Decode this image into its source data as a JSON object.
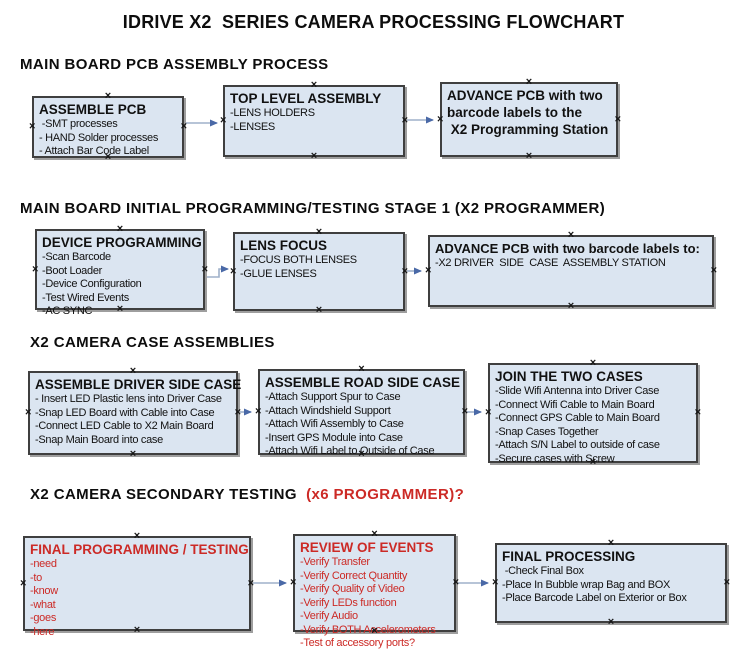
{
  "page": {
    "title": "IDRIVE X2  SERIES CAMERA PROCESSING FLOWCHART"
  },
  "colors": {
    "box_fill": "#dbe5f1",
    "box_border": "#3f3f3f",
    "arrow_line": "#9fb1ca",
    "arrow_head": "#4a69a7",
    "red": "#cc2a26"
  },
  "sections": [
    {
      "heading": "MAIN BOARD PCB ASSEMBLY PROCESS",
      "boxes": [
        {
          "title": "ASSEMBLE PCB",
          "items": [
            " -SMT processes",
            "- HAND Solder processes",
            "- Attach Bar Code Label"
          ]
        },
        {
          "title": "TOP LEVEL ASSEMBLY",
          "items": [
            "-LENS HOLDERS",
            "-LENSES"
          ]
        },
        {
          "title_lines": [
            "ADVANCE PCB with two",
            "barcode labels to the",
            " X2 Programming Station"
          ],
          "items": []
        }
      ]
    },
    {
      "heading": "MAIN BOARD INITIAL PROGRAMMING/TESTING STAGE 1 (X2 PROGRAMMER)",
      "boxes": [
        {
          "title": "DEVICE PROGRAMMING",
          "items": [
            "-Scan Barcode",
            "-Boot Loader",
            "-Device Configuration",
            "-Test Wired Events",
            "-AC SYNC"
          ]
        },
        {
          "title": "LENS FOCUS",
          "items": [
            "-FOCUS BOTH LENSES",
            "-GLUE LENSES"
          ]
        },
        {
          "title": "ADVANCE PCB with two barcode labels to:",
          "items": [
            "-X2 DRIVER  SIDE  CASE  ASSEMBLY STATION"
          ]
        }
      ]
    },
    {
      "heading": "X2 CAMERA CASE ASSEMBLIES",
      "boxes": [
        {
          "title": "ASSEMBLE DRIVER SIDE CASE",
          "items": [
            "- Insert LED Plastic lens into Driver Case",
            "-Snap LED Board with Cable into Case",
            "-Connect LED Cable to X2 Main Board",
            "-Snap Main Board into case"
          ]
        },
        {
          "title": "ASSEMBLE ROAD SIDE CASE",
          "items": [
            "-Attach Support Spur to Case",
            "-Attach Windshield Support",
            "-Attach Wifi Assembly to Case",
            "-Insert GPS Module into Case",
            "-Attach Wifi Label to Outside of Case"
          ]
        },
        {
          "title": "JOIN THE TWO CASES",
          "items": [
            "-Slide Wifi Antenna into Driver Case",
            "-Connect Wifi Cable to Main Board",
            "-Connect GPS Cable to Main Board",
            "-Snap Cases Together",
            "-Attach S/N Label to outside of case",
            "-Secure cases with Screw"
          ]
        }
      ]
    },
    {
      "heading_black": "X2 CAMERA SECONDARY TESTING ",
      "heading_red": " (x6 PROGRAMMER)?",
      "boxes": [
        {
          "title": "FINAL PROGRAMMING / TESTING",
          "items": [
            "-need",
            "-to",
            "-know",
            "-what",
            "-goes",
            "-here"
          ]
        },
        {
          "title": "REVIEW OF EVENTS",
          "items": [
            "-Verify Transfer",
            "-Verify Correct Quantity",
            "-Verify Quality of Video",
            "-Verify LEDs function",
            "-Verify Audio",
            "-Verify BOTH Accelerometers",
            "-Test of accessory ports?"
          ]
        },
        {
          "title": "FINAL PROCESSING",
          "items": [
            " -Check Final Box",
            "-Place In Bubble wrap Bag and BOX",
            "-Place Barcode Label on Exterior or Box"
          ]
        }
      ]
    }
  ]
}
